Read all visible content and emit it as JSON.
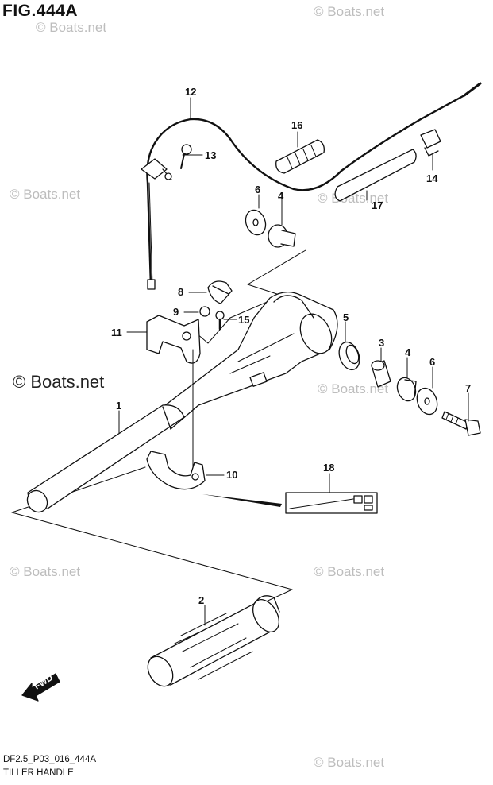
{
  "figure": {
    "title": "FIG.444A"
  },
  "footer": {
    "code": "DF2.5_P03_016_444A",
    "name": "TILLER HANDLE"
  },
  "watermark": {
    "main": "© Boats.net",
    "faint": "© Boats.net"
  },
  "fwd_label": "FWD",
  "callouts": [
    "1",
    "2",
    "3",
    "4",
    "4",
    "5",
    "6",
    "6",
    "7",
    "8",
    "9",
    "10",
    "11",
    "12",
    "13",
    "14",
    "15",
    "16",
    "17",
    "18"
  ]
}
